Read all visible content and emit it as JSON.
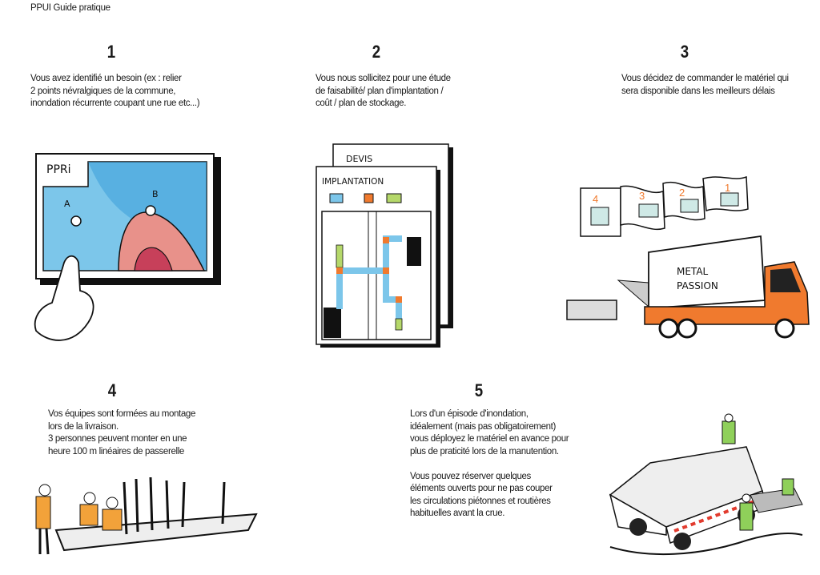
{
  "header": {
    "title": "PPUI Guide pratique"
  },
  "steps": [
    {
      "number": "1",
      "text": "Vous avez identifié un besoin (ex : relier\n2 points névralgiques de la commune,\ninondation récurrente coupant une rue etc...)"
    },
    {
      "number": "2",
      "text": "Vous nous sollicitez pour une étude\nde faisabilité/ plan d'implantation /\ncoût / plan de stockage."
    },
    {
      "number": "3",
      "text": "Vous décidez de commander le matériel qui\nsera disponible dans les meilleurs délais"
    },
    {
      "number": "4",
      "text": "Vos équipes sont formées au montage\nlors de la livraison.\n3 personnes peuvent monter en une\nheure 100 m linéaires de passerelle"
    },
    {
      "number": "5",
      "text": "Lors d'un épisode  d'inondation,\nidéalement (mais pas obligatoirement)\nvous déployez le matériel en avance pour\nplus de praticité lors de la manutention.\n\nVous pouvez réserver quelques\néléments ouverts pour ne pas couper\nles circulations piétonnes et routières\nhabituelles avant la crue."
    }
  ],
  "illustrations": {
    "map": {
      "label": "PPRi",
      "point_a": "A",
      "point_b": "B"
    },
    "documents": {
      "back_label": "DEVIS",
      "front_label": "IMPLANTATION"
    },
    "order": {
      "sheets": [
        "4",
        "3",
        "2",
        "1"
      ],
      "truck_label_1": "METAL",
      "truck_label_2": "PASSION"
    }
  },
  "colors": {
    "water_light": "#7cc6ea",
    "water_dark": "#3a9fd8",
    "danger": "#e8918a",
    "danger_dark": "#c7405a",
    "orange": "#f07a2e",
    "green": "#b5d86a"
  }
}
